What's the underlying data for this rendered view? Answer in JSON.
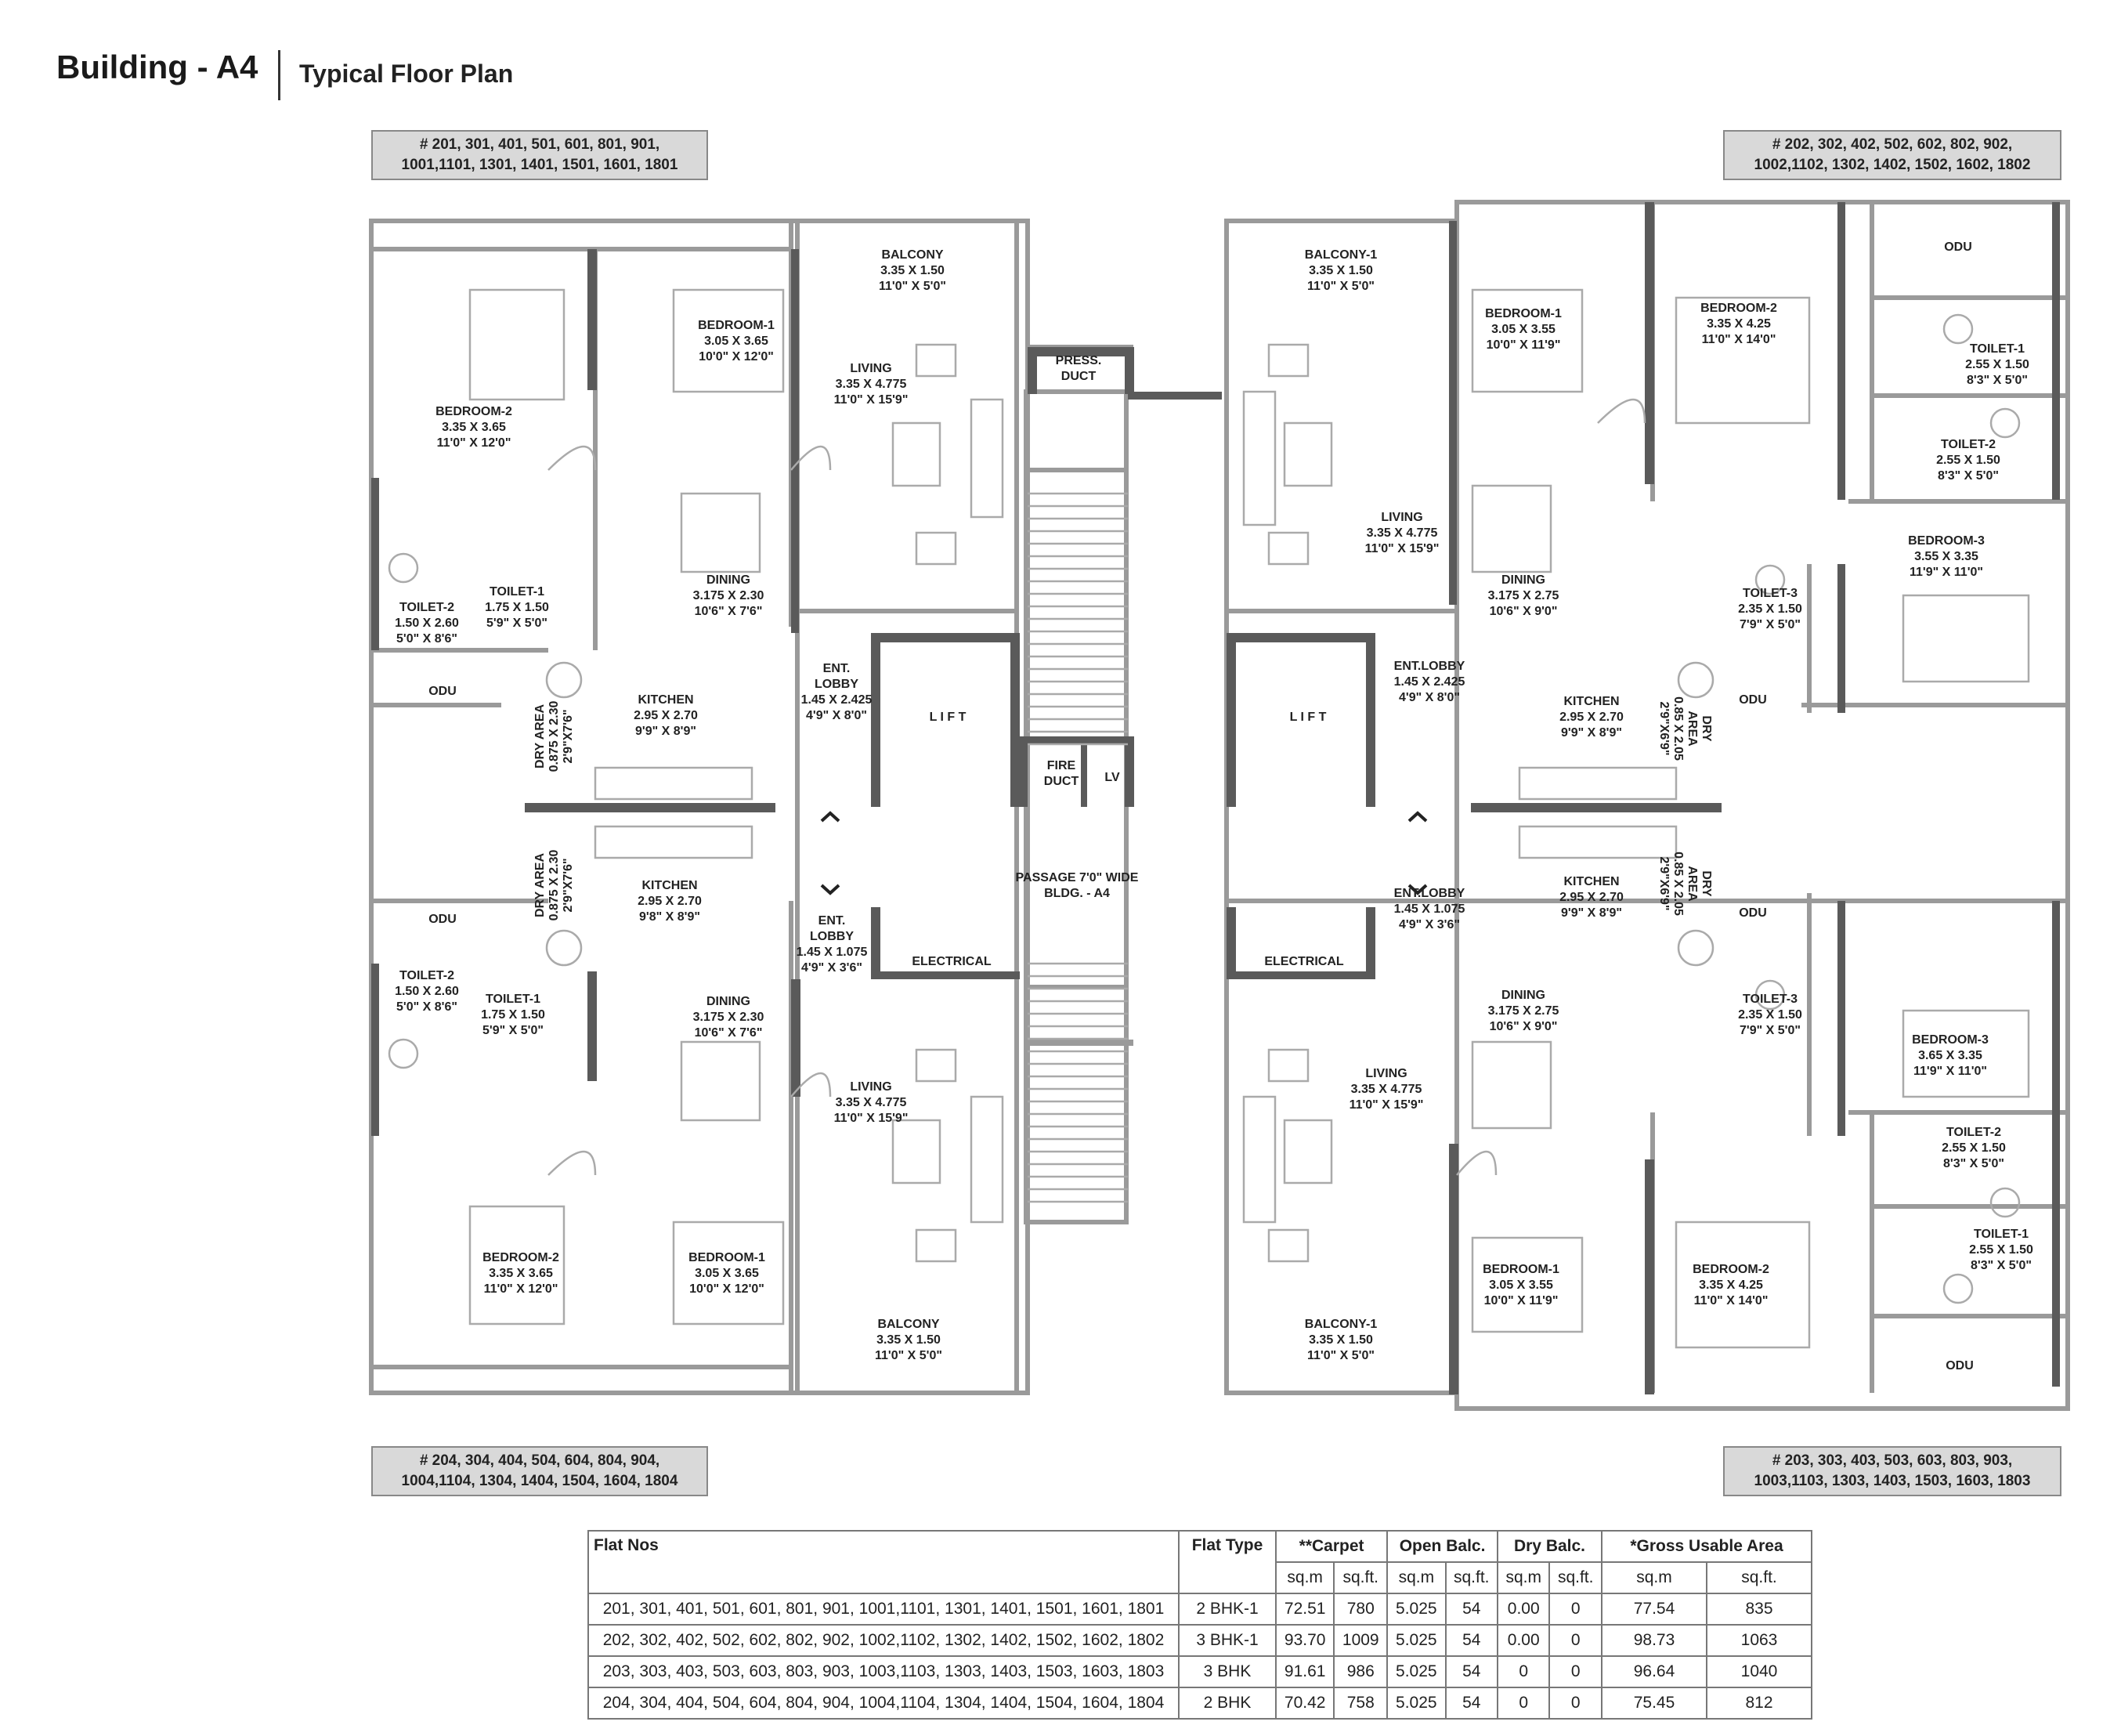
{
  "header": {
    "title": "Building - A4",
    "subtitle": "Typical Floor Plan"
  },
  "tags": {
    "top_left": [
      "# 201, 301, 401, 501, 601, 801, 901,",
      "1001,1101, 1301, 1401, 1501, 1601, 1801"
    ],
    "top_right": [
      "# 202, 302, 402, 502, 602, 802, 902,",
      "1002,1102, 1302, 1402, 1502, 1602, 1802"
    ],
    "bottom_left": [
      "# 204, 304, 404, 504, 604, 804, 904,",
      "1004,1104, 1304, 1404, 1504, 1604, 1804"
    ],
    "bottom_right": [
      "# 203, 303, 403, 503, 603, 803, 903,",
      "1003,1103, 1303, 1403, 1503, 1603, 1803"
    ]
  },
  "rooms": [
    {
      "id": "tl-balcony",
      "lines": [
        "BALCONY",
        "3.35 X 1.50",
        "11'0\" X 5'0\""
      ]
    },
    {
      "id": "tl-bedroom1",
      "lines": [
        "BEDROOM-1",
        "3.05 X 3.65",
        "10'0\" X 12'0\""
      ]
    },
    {
      "id": "tl-living",
      "lines": [
        "LIVING",
        "3.35 X 4.775",
        "11'0\" X 15'9\""
      ]
    },
    {
      "id": "tl-bedroom2",
      "lines": [
        "BEDROOM-2",
        "3.35 X 3.65",
        "11'0\" X 12'0\""
      ]
    },
    {
      "id": "tl-dining",
      "lines": [
        "DINING",
        "3.175 X 2.30",
        "10'6\" X 7'6\""
      ]
    },
    {
      "id": "tl-toilet1",
      "lines": [
        "TOILET-1",
        "1.75 X 1.50",
        "5'9\" X 5'0\""
      ]
    },
    {
      "id": "tl-toilet2",
      "lines": [
        "TOILET-2",
        "1.50 X 2.60",
        "5'0\" X 8'6\""
      ]
    },
    {
      "id": "tl-odu",
      "lines": [
        "ODU"
      ]
    },
    {
      "id": "tl-kitchen",
      "lines": [
        "KITCHEN",
        "2.95 X 2.70",
        "9'9\" X 8'9\""
      ]
    },
    {
      "id": "tl-entlobby",
      "lines": [
        "ENT.",
        "LOBBY",
        "1.45 X 2.425",
        "4'9\" X 8'0\""
      ]
    },
    {
      "id": "press-duct",
      "lines": [
        "PRESS.",
        "DUCT"
      ]
    },
    {
      "id": "lift-left",
      "lines": [
        "L I F T"
      ]
    },
    {
      "id": "fire-duct",
      "lines": [
        "FIRE",
        "DUCT"
      ]
    },
    {
      "id": "lv",
      "lines": [
        "LV"
      ]
    },
    {
      "id": "passage",
      "lines": [
        "PASSAGE 7'0\" WIDE",
        "BLDG. - A4"
      ]
    },
    {
      "id": "lift-right",
      "lines": [
        "L I F T"
      ]
    },
    {
      "id": "tr-balcony",
      "lines": [
        "BALCONY-1",
        "3.35 X 1.50",
        "11'0\" X 5'0\""
      ]
    },
    {
      "id": "tr-bedroom1",
      "lines": [
        "BEDROOM-1",
        "3.05 X 3.55",
        "10'0\" X 11'9\""
      ]
    },
    {
      "id": "tr-bedroom2",
      "lines": [
        "BEDROOM-2",
        "3.35 X 4.25",
        "11'0\" X 14'0\""
      ]
    },
    {
      "id": "tr-odu",
      "lines": [
        "ODU"
      ]
    },
    {
      "id": "tr-toilet1",
      "lines": [
        "TOILET-1",
        "2.55 X 1.50",
        "8'3\" X 5'0\""
      ]
    },
    {
      "id": "tr-toilet2",
      "lines": [
        "TOILET-2",
        "2.55 X 1.50",
        "8'3\" X 5'0\""
      ]
    },
    {
      "id": "tr-living",
      "lines": [
        "LIVING",
        "3.35 X 4.775",
        "11'0\" X 15'9\""
      ]
    },
    {
      "id": "tr-dining",
      "lines": [
        "DINING",
        "3.175 X 2.75",
        "10'6\" X 9'0\""
      ]
    },
    {
      "id": "tr-bedroom3",
      "lines": [
        "BEDROOM-3",
        "3.55 X 3.35",
        "11'9\" X 11'0\""
      ]
    },
    {
      "id": "tr-toilet3",
      "lines": [
        "TOILET-3",
        "2.35 X 1.50",
        "7'9\" X 5'0\""
      ]
    },
    {
      "id": "tr-entlobby",
      "lines": [
        "ENT.LOBBY",
        "1.45 X 2.425",
        "4'9\" X 8'0\""
      ]
    },
    {
      "id": "tr-kitchen",
      "lines": [
        "KITCHEN",
        "2.95 X 2.70",
        "9'9\" X 8'9\""
      ]
    },
    {
      "id": "tr-odu2",
      "lines": [
        "ODU"
      ]
    },
    {
      "id": "bl-kitchen",
      "lines": [
        "KITCHEN",
        "2.95 X 2.70",
        "9'8\" X 8'9\""
      ]
    },
    {
      "id": "bl-odu",
      "lines": [
        "ODU"
      ]
    },
    {
      "id": "bl-toilet2",
      "lines": [
        "TOILET-2",
        "1.50 X 2.60",
        "5'0\" X 8'6\""
      ]
    },
    {
      "id": "bl-toilet1",
      "lines": [
        "TOILET-1",
        "1.75 X 1.50",
        "5'9\" X 5'0\""
      ]
    },
    {
      "id": "bl-entlobby",
      "lines": [
        "ENT.",
        "LOBBY",
        "1.45 X 1.075",
        "4'9\" X 3'6\""
      ]
    },
    {
      "id": "electrical-left",
      "lines": [
        "ELECTRICAL"
      ]
    },
    {
      "id": "bl-dining",
      "lines": [
        "DINING",
        "3.175 X 2.30",
        "10'6\" X 7'6\""
      ]
    },
    {
      "id": "bl-living",
      "lines": [
        "LIVING",
        "3.35 X 4.775",
        "11'0\" X 15'9\""
      ]
    },
    {
      "id": "bl-bedroom2",
      "lines": [
        "BEDROOM-2",
        "3.35 X 3.65",
        "11'0\" X 12'0\""
      ]
    },
    {
      "id": "bl-bedroom1",
      "lines": [
        "BEDROOM-1",
        "3.05 X 3.65",
        "10'0\" X 12'0\""
      ]
    },
    {
      "id": "bl-balcony",
      "lines": [
        "BALCONY",
        "3.35 X 1.50",
        "11'0\" X 5'0\""
      ]
    },
    {
      "id": "electrical-right",
      "lines": [
        "ELECTRICAL"
      ]
    },
    {
      "id": "br-entlobby",
      "lines": [
        "ENT.LOBBY",
        "1.45 X 1.075",
        "4'9\" X 3'6\""
      ]
    },
    {
      "id": "br-kitchen",
      "lines": [
        "KITCHEN",
        "2.95 X 2.70",
        "9'9\" X 8'9\""
      ]
    },
    {
      "id": "br-odu",
      "lines": [
        "ODU"
      ]
    },
    {
      "id": "br-toilet3",
      "lines": [
        "TOILET-3",
        "2.35 X 1.50",
        "7'9\" X 5'0\""
      ]
    },
    {
      "id": "br-dining",
      "lines": [
        "DINING",
        "3.175 X 2.75",
        "10'6\" X 9'0\""
      ]
    },
    {
      "id": "br-living",
      "lines": [
        "LIVING",
        "3.35 X 4.775",
        "11'0\" X 15'9\""
      ]
    },
    {
      "id": "br-bedroom3",
      "lines": [
        "BEDROOM-3",
        "3.65 X 3.35",
        "11'9\" X 11'0\""
      ]
    },
    {
      "id": "br-toilet2",
      "lines": [
        "TOILET-2",
        "2.55 X 1.50",
        "8'3\" X 5'0\""
      ]
    },
    {
      "id": "br-toilet1",
      "lines": [
        "TOILET-1",
        "2.55 X 1.50",
        "8'3\" X 5'0\""
      ]
    },
    {
      "id": "br-bedroom1",
      "lines": [
        "BEDROOM-1",
        "3.05 X 3.55",
        "10'0\" X 11'9\""
      ]
    },
    {
      "id": "br-bedroom2",
      "lines": [
        "BEDROOM-2",
        "3.35 X 4.25",
        "11'0\" X 14'0\""
      ]
    },
    {
      "id": "br-balcony",
      "lines": [
        "BALCONY-1",
        "3.35 X 1.50",
        "11'0\" X 5'0\""
      ]
    },
    {
      "id": "br-odu2",
      "lines": [
        "ODU"
      ]
    }
  ],
  "dry_areas": [
    {
      "id": "dry-tl",
      "lines": [
        "DRY AREA",
        "0.875 X 2.30",
        "2'9\"X7'6\""
      ]
    },
    {
      "id": "dry-bl",
      "lines": [
        "DRY AREA",
        "0.875 X 2.30",
        "2'9\"X7'6\""
      ]
    },
    {
      "id": "dry-tr",
      "lines": [
        "DRY",
        "AREA",
        "0.85 X 2.05",
        "2'9\"X6'9\""
      ]
    },
    {
      "id": "dry-br",
      "lines": [
        "DRY",
        "AREA",
        "0.85 X 2.05",
        "2'9\"X6'9\""
      ]
    }
  ],
  "table": {
    "headers": {
      "flat_nos": "Flat Nos",
      "flat_type": "Flat Type",
      "carpet": "**Carpet",
      "open_balc": "Open Balc.",
      "dry_balc": "Dry Balc.",
      "gross": "*Gross Usable Area",
      "sqm": "sq.m",
      "sqft": "sq.ft."
    },
    "rows": [
      {
        "flats": "201, 301, 401, 501, 601, 801, 901, 1001,1101, 1301, 1401, 1501, 1601, 1801",
        "type": "2 BHK-1",
        "carpet_sqm": "72.51",
        "carpet_sqft": "780",
        "open_sqm": "5.025",
        "open_sqft": "54",
        "dry_sqm": "0.00",
        "dry_sqft": "0",
        "gross_sqm": "77.54",
        "gross_sqft": "835"
      },
      {
        "flats": "202, 302, 402, 502, 602, 802, 902, 1002,1102, 1302, 1402, 1502, 1602, 1802",
        "type": "3 BHK-1",
        "carpet_sqm": "93.70",
        "carpet_sqft": "1009",
        "open_sqm": "5.025",
        "open_sqft": "54",
        "dry_sqm": "0.00",
        "dry_sqft": "0",
        "gross_sqm": "98.73",
        "gross_sqft": "1063"
      },
      {
        "flats": "203, 303, 403, 503, 603, 803, 903, 1003,1103, 1303, 1403, 1503, 1603, 1803",
        "type": "3 BHK",
        "carpet_sqm": "91.61",
        "carpet_sqft": "986",
        "open_sqm": "5.025",
        "open_sqft": "54",
        "dry_sqm": "0",
        "dry_sqft": "0",
        "gross_sqm": "96.64",
        "gross_sqft": "1040"
      },
      {
        "flats": "204, 304, 404, 504, 604, 804, 904, 1004,1104, 1304, 1404, 1504, 1604, 1804",
        "type": "2 BHK",
        "carpet_sqm": "70.42",
        "carpet_sqft": "758",
        "open_sqm": "5.025",
        "open_sqft": "54",
        "dry_sqm": "0",
        "dry_sqft": "0",
        "gross_sqm": "75.45",
        "gross_sqft": "812"
      }
    ]
  },
  "colors": {
    "wall_dark": "#555555",
    "wall_light": "#9a9a9a",
    "tag_fill": "#d9d9d9",
    "ink": "#222222"
  }
}
